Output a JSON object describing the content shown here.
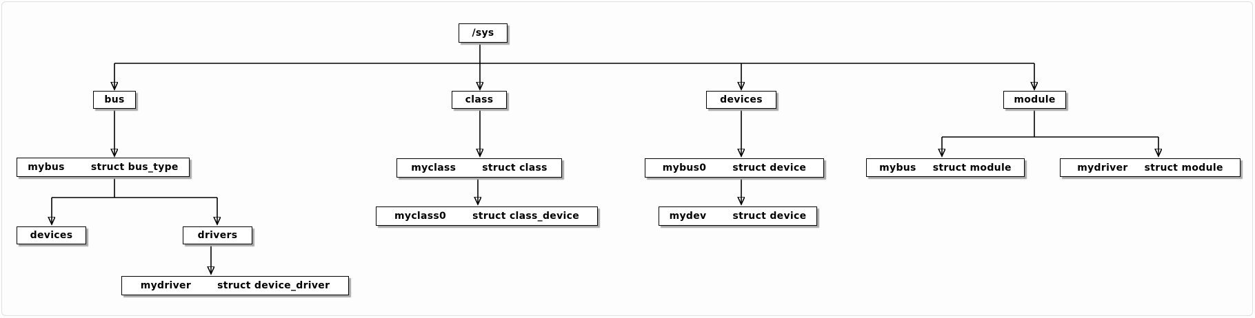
{
  "diagram": {
    "description_label": "sysfs tree diagram",
    "colors": {
      "background": "#fdfdfd",
      "box_fill": "#ffffff",
      "box_border": "#000000",
      "box_shadow": "#a8a8a8",
      "line": "#000000",
      "frame": "#e0e0e0"
    },
    "nodes": {
      "sys": {
        "label": "/sys"
      },
      "bus": {
        "label": "bus"
      },
      "class": {
        "label": "class"
      },
      "devices": {
        "label": "devices"
      },
      "module": {
        "label": "module"
      },
      "mybus_bustype": {
        "name": "mybus",
        "type": "struct bus_type"
      },
      "myclass": {
        "name": "myclass",
        "type": "struct class"
      },
      "mybus0": {
        "name": "mybus0",
        "type": "struct device"
      },
      "mybus_module": {
        "name": "mybus",
        "type": "struct module"
      },
      "mydriver_module": {
        "name": "mydriver",
        "type": "struct module"
      },
      "bus_devices": {
        "label": "devices"
      },
      "bus_drivers": {
        "label": "drivers"
      },
      "myclass0": {
        "name": "myclass0",
        "type": "struct class_device"
      },
      "mydev": {
        "name": "mydev",
        "type": "struct device"
      },
      "mydriver_dd": {
        "name": "mydriver",
        "type": "struct device_driver"
      }
    },
    "edges": [
      {
        "from": "sys",
        "to": "bus"
      },
      {
        "from": "sys",
        "to": "class"
      },
      {
        "from": "sys",
        "to": "devices"
      },
      {
        "from": "sys",
        "to": "module"
      },
      {
        "from": "bus",
        "to": "mybus_bustype"
      },
      {
        "from": "mybus_bustype",
        "to": "bus_devices"
      },
      {
        "from": "mybus_bustype",
        "to": "bus_drivers"
      },
      {
        "from": "bus_drivers",
        "to": "mydriver_dd"
      },
      {
        "from": "class",
        "to": "myclass"
      },
      {
        "from": "myclass",
        "to": "myclass0"
      },
      {
        "from": "devices",
        "to": "mybus0"
      },
      {
        "from": "mybus0",
        "to": "mydev"
      },
      {
        "from": "module",
        "to": "mybus_module"
      },
      {
        "from": "module",
        "to": "mydriver_module"
      }
    ]
  }
}
